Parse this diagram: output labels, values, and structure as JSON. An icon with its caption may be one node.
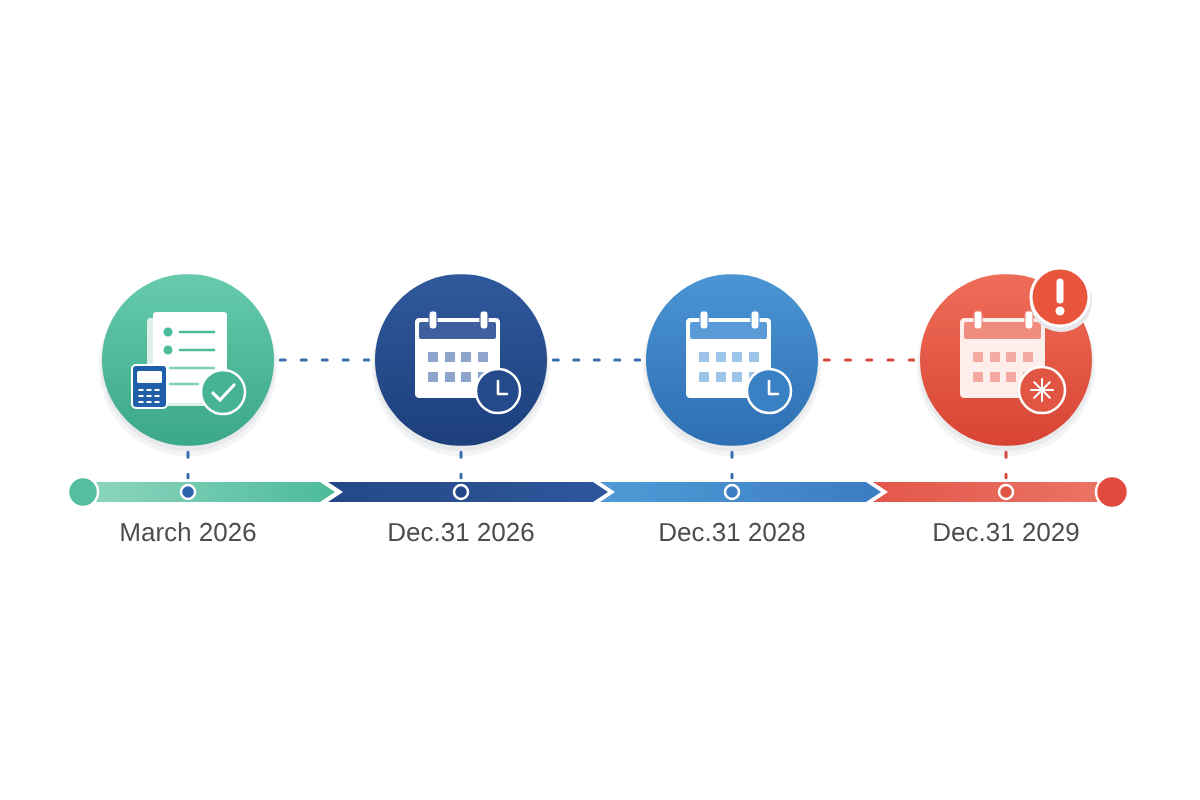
{
  "diagram": {
    "nodes": [
      {
        "text": [],
        "shape": "circle"
      },
      {
        "text": [],
        "shape": "circle"
      },
      {
        "text": [],
        "shape": "circle"
      },
      {
        "text": [],
        "shape": "circle"
      },
      {
        "text": [],
        "shape": "circle",
        "beside": [
          "March 2026"
        ]
      },
      {
        "text": [],
        "shape": "circle",
        "beside": [
          "Dec.31 2026"
        ]
      },
      {
        "text": [],
        "shape": "circle",
        "beside": [
          "Dec.31 2028"
        ]
      },
      {
        "text": [],
        "shape": "circle",
        "beside": [
          "Dec.31 2029"
        ]
      }
    ],
    "edges": [
      {
        "from": 0,
        "to": 1,
        "arrow": "none",
        "style": "dashed"
      },
      {
        "from": 1,
        "to": 2,
        "arrow": "none",
        "style": "dashed"
      },
      {
        "from": 2,
        "to": 3,
        "arrow": "none",
        "style": "dashed",
        "color": "#d9493b"
      },
      {
        "from": 0,
        "to": 4,
        "arrow": "none",
        "style": "dashed"
      },
      {
        "from": 1,
        "to": 5,
        "arrow": "none",
        "style": "dashed"
      },
      {
        "from": 2,
        "to": 6,
        "arrow": "none",
        "style": "dashed"
      },
      {
        "from": 3,
        "to": 7,
        "arrow": "none",
        "style": "dashed",
        "color": "#d9493b"
      }
    ]
  }
}
